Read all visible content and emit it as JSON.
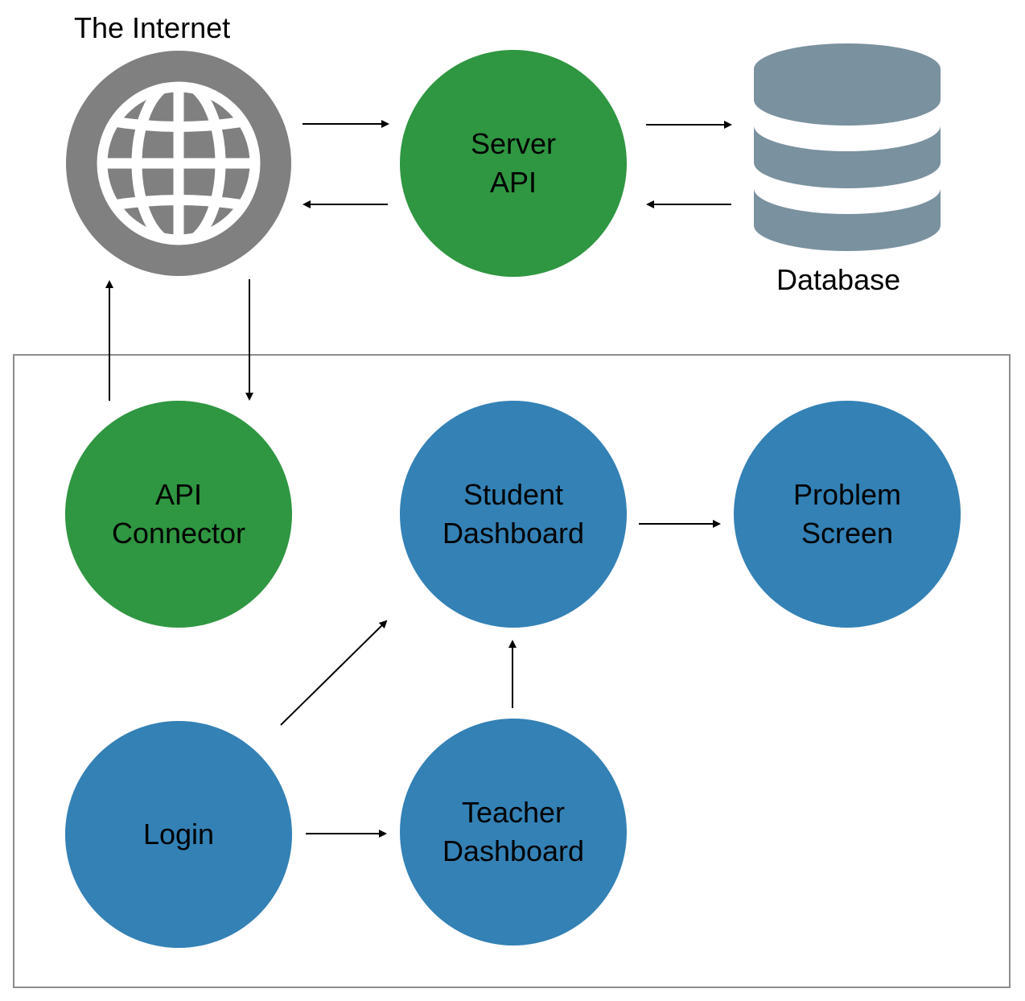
{
  "labels": {
    "internet": "The Internet",
    "database": "Database"
  },
  "nodes": {
    "server_api": {
      "line1": "Server",
      "line2": "API"
    },
    "api_connector": {
      "line1": "API",
      "line2": "Connector"
    },
    "student_dashboard": {
      "line1": "Student",
      "line2": "Dashboard"
    },
    "problem_screen": {
      "line1": "Problem",
      "line2": "Screen"
    },
    "login": {
      "line1": "Login"
    },
    "teacher_dashboard": {
      "line1": "Teacher",
      "line2": "Dashboard"
    }
  },
  "colors": {
    "server_node": "#2f9641",
    "client_node": "#3381b5",
    "globe_ring": "#808080",
    "database": "#7a919f",
    "arrow": "#000000",
    "frame": "#8c8c8c"
  },
  "icons": {
    "internet": "globe-icon",
    "database": "database-icon"
  }
}
